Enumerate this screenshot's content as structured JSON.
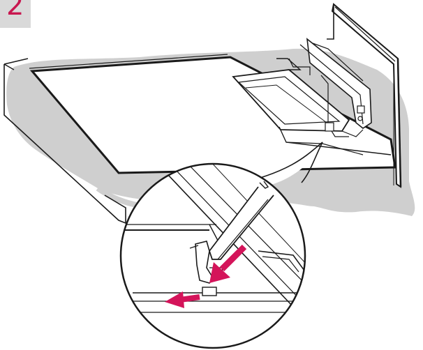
{
  "step": {
    "number": "2"
  },
  "colors": {
    "badge_bg": "#d9d9d9",
    "step_number": "#c8174f",
    "arrow": "#d4145a",
    "outline": "#1a1a1a",
    "surface_shadow": "#cfcfcf"
  },
  "illustration": {
    "main": "tv-panel-laid-face-down-with-stand-base",
    "detail": "magnified-circle-showing-stand-neck-insertion",
    "arrows": [
      "push-down-arrow",
      "slide-left-arrow"
    ]
  }
}
